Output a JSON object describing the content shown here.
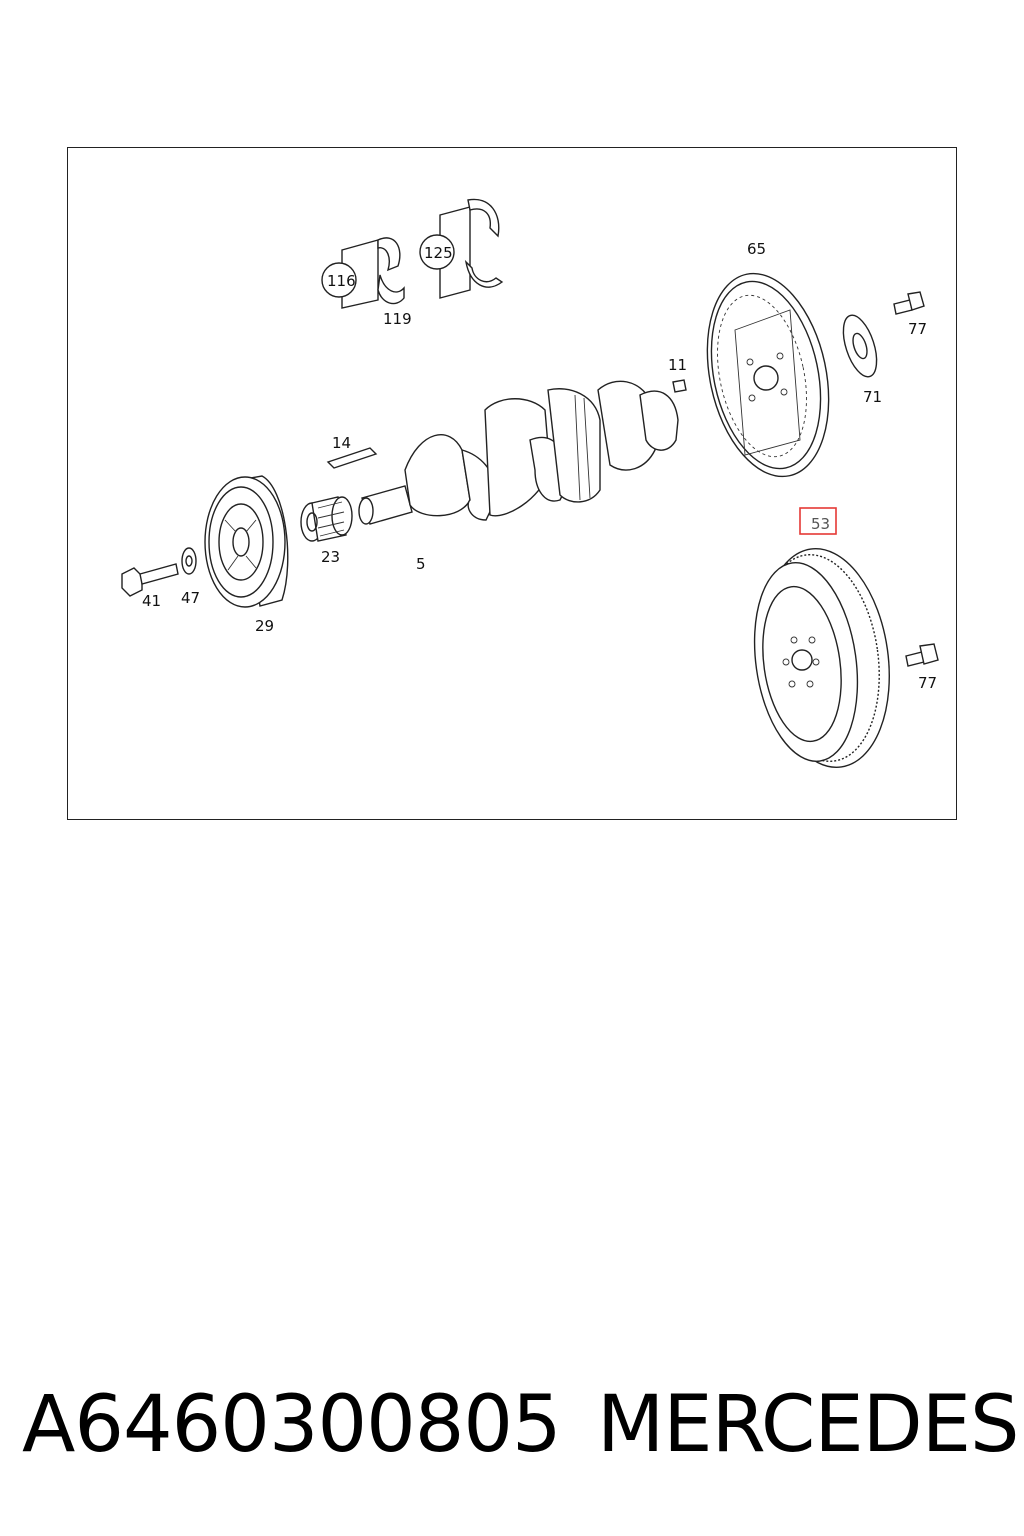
{
  "diagram": {
    "labels": {
      "p116": "116",
      "p125": "125",
      "p119": "119",
      "p65": "65",
      "p77a": "77",
      "p11": "11",
      "p71": "71",
      "p14": "14",
      "p53": "53",
      "p23": "23",
      "p5": "5",
      "p41": "41",
      "p47": "47",
      "p29": "29",
      "p77b": "77"
    },
    "highlight_color": "#e53935"
  },
  "footer": {
    "part_number": "A6460300805",
    "brand": "MERCEDES"
  }
}
